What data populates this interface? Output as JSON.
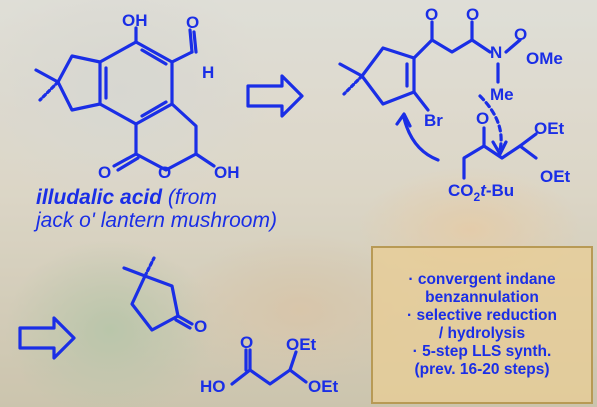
{
  "atoms": {
    "oh": "OH",
    "o": "O",
    "h": "H",
    "br": "Br",
    "n": "N",
    "ome": "OMe",
    "me": "Me",
    "oet": "OEt",
    "ho": "HO",
    "co2": "CO",
    "sub2": "2",
    "tbu": "t",
    "tbu_rest": "-Bu"
  },
  "caption": {
    "name": "illudalic acid",
    "source": " (from",
    "source_2": "jack o' lantern mushroom)"
  },
  "highlights": [
    "· convergent indane",
    "benzannulation",
    "· selective reduction",
    "/ hydrolysis",
    "· 5-step LLS synth.",
    "(prev. 16-20 steps)"
  ],
  "colors": {
    "ink": "#1a2ee6",
    "box_fill": "#e8cd96",
    "box_border": "#b89a55"
  }
}
